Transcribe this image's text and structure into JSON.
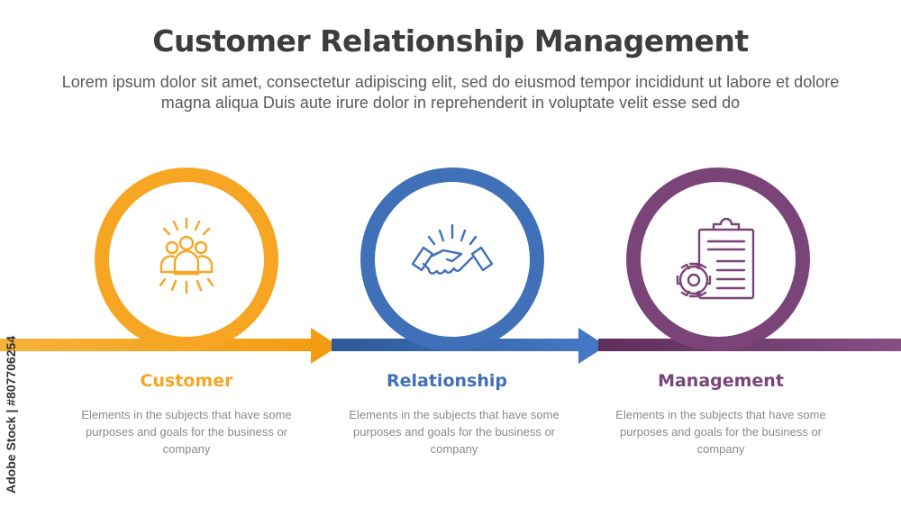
{
  "header": {
    "title": "Customer Relationship Management",
    "subtitle": "Lorem ipsum dolor sit amet, consectetur adipiscing elit, sed do eiusmod tempor incididunt ut labore et dolore magna aliqua Duis aute irure dolor in reprehenderit in voluptate velit esse sed do"
  },
  "steps": [
    {
      "label": "Customer",
      "description": "Elements in the subjects that have some purposes and goals for the business or company",
      "color": "#f6a623",
      "icon": "people-group-icon"
    },
    {
      "label": "Relationship",
      "description": "Elements in the subjects that have some purposes and goals for the business or company",
      "color": "#3f70b8",
      "icon": "handshake-icon"
    },
    {
      "label": "Management",
      "description": "Elements in the subjects that have some purposes and goals for the business or company",
      "color": "#7a4479",
      "icon": "clipboard-gear-icon"
    }
  ],
  "watermark": "Adobe Stock | #807706254"
}
